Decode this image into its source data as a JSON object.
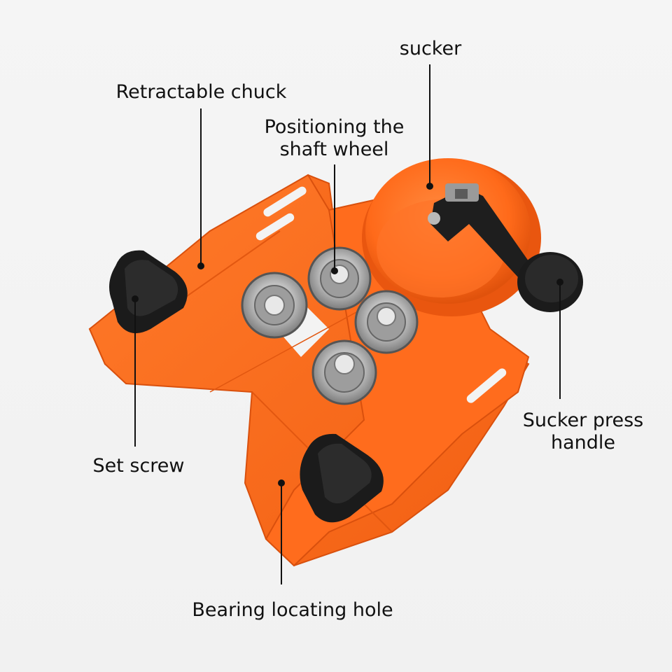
{
  "labels": {
    "sucker": "sucker",
    "retractable_chuck": "Retractable chuck",
    "positioning_wheel": [
      "Positioning the",
      "shaft wheel"
    ],
    "sucker_press_handle": [
      "Sucker press",
      "handle"
    ],
    "set_screw": "Set screw",
    "bearing_locating_hole": "Bearing locating hole"
  },
  "colors": {
    "body_orange": "#ff6a1a",
    "body_orange_dark": "#e0520c",
    "knob_black": "#1b1b1b",
    "bearing_steel": "#c9c9c9",
    "leader_line": "#111111"
  }
}
